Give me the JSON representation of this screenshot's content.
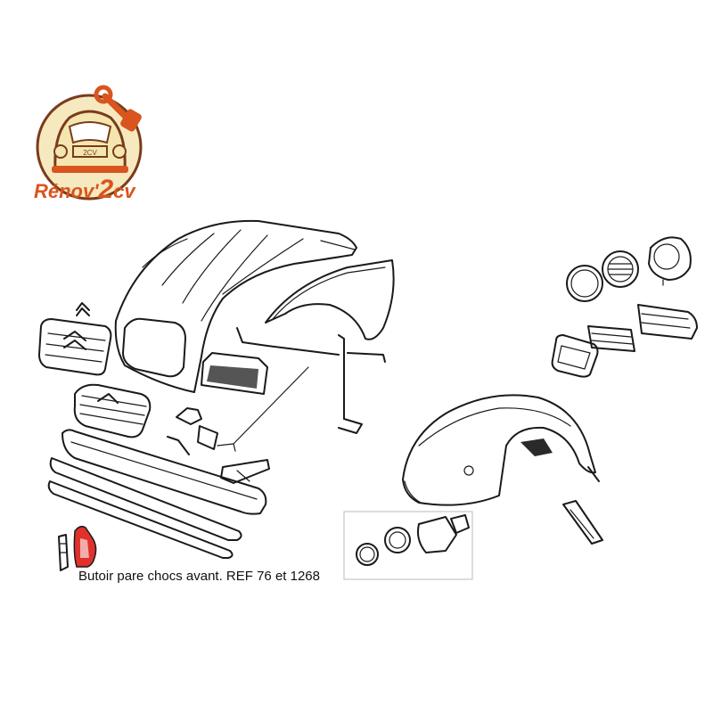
{
  "logo": {
    "brand_left": "Rénov'",
    "brand_num": "2",
    "brand_right": "cv",
    "plate": "2CV",
    "colors": {
      "orange": "#d9541e",
      "brown": "#7a3b1a",
      "cream": "#f3e6b0"
    }
  },
  "diagram": {
    "caption": "Butoir pare chocs avant. REF 76 et 1268",
    "highlight_color": "#e0312c"
  }
}
